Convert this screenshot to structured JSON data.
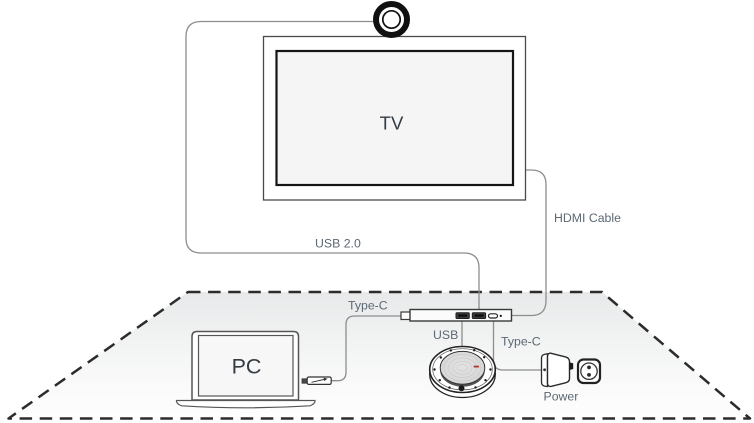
{
  "labels": {
    "tv": "TV",
    "pc": "PC",
    "usb2": "USB 2.0",
    "hdmi": "HDMI Cable",
    "typec_hub": "Type-C",
    "usb_speaker": "USB",
    "typec_power": "Type-C",
    "power": "Power"
  },
  "colors": {
    "cable": "#8d8d8d",
    "outline": "#2c2c2c",
    "label_text": "#5d6873",
    "device_text": "#3d4852",
    "table_gradient_top": "#e7e8e9",
    "table_gradient_bottom": "#fdfdfe",
    "screen_fill": "#f5f5f6",
    "grille_fill": "#d9d9d9",
    "accent_red": "#b03b35"
  }
}
